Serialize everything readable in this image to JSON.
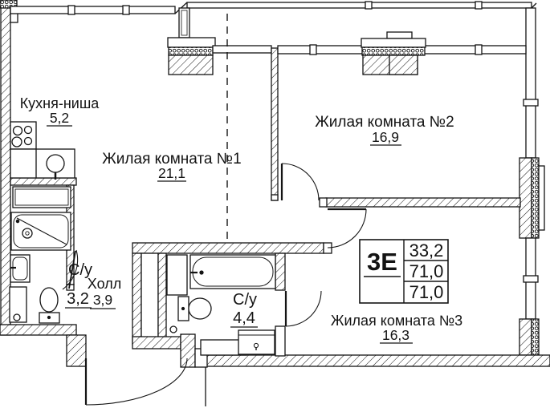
{
  "plan": {
    "labels": {
      "kitchen": {
        "name": "Кухня-ниша",
        "area": "5,2"
      },
      "room1": {
        "name": "Жилая комната №1",
        "area": "21,1"
      },
      "room2": {
        "name": "Жилая комната №2",
        "area": "16,9"
      },
      "room3": {
        "name": "Жилая комната №3",
        "area": "16,3"
      },
      "hall": {
        "name": "Холл",
        "area": "3,9"
      },
      "bath1": {
        "name": "С/у",
        "area": "3,2"
      },
      "bath2": {
        "name": "С/у",
        "area": "4,4"
      }
    },
    "info_box": {
      "type": "3Е",
      "row1": "33,2",
      "row2": "71,0",
      "row3": "71,0"
    },
    "colors": {
      "line": "#141414",
      "bg": "#ffffff"
    }
  }
}
